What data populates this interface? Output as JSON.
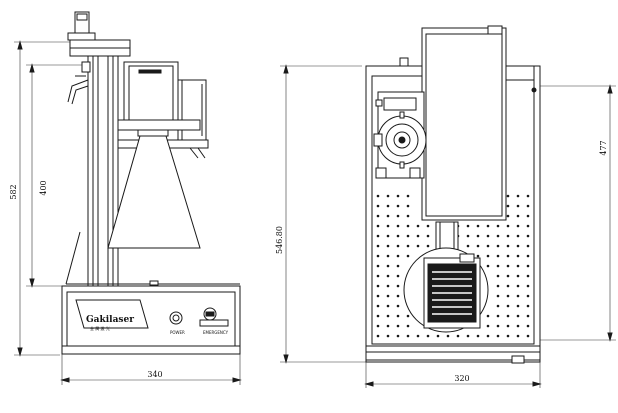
{
  "front_view": {
    "dim_height_total": "582",
    "dim_height_column": "400",
    "dim_width": "340",
    "brand": "Gakilaser",
    "brand_sub": "金 属 激 光",
    "knob_left_label": "POWER",
    "knob_right_label": "EMERGENCY"
  },
  "side_view": {
    "dim_height_total": "546.80",
    "dim_height_upper": "477",
    "dim_width": "320"
  }
}
